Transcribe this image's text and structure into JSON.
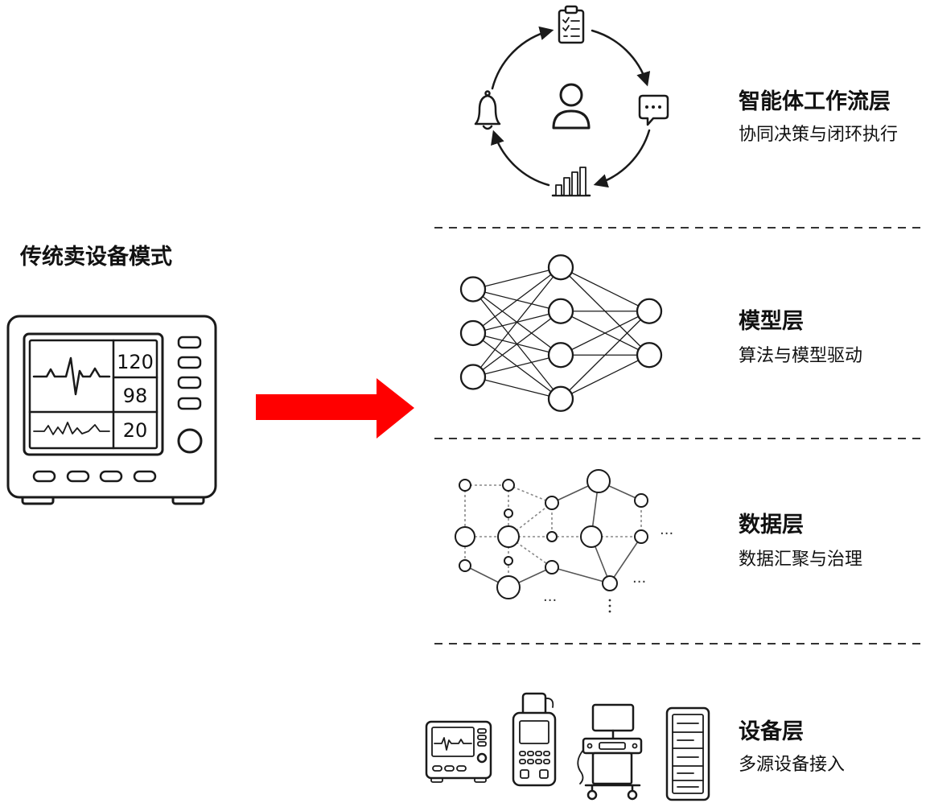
{
  "diagram": {
    "left": {
      "title": "传统卖设备模式",
      "icon": "patient-monitor-icon",
      "monitor": {
        "readings": [
          "120",
          "98",
          "20"
        ]
      }
    },
    "arrow": {
      "icon": "right-arrow-icon"
    },
    "layers": [
      {
        "title": "智能体工作流层",
        "subtitle": "协同决策与闭环执行",
        "icons": [
          "clipboard-icon",
          "chat-bubble-icon",
          "bar-chart-icon",
          "bell-icon",
          "person-icon"
        ]
      },
      {
        "title": "模型层",
        "subtitle": "算法与模型驱动",
        "icons": [
          "neural-network-icon"
        ],
        "network_layer_sizes": [
          3,
          4,
          2
        ]
      },
      {
        "title": "数据层",
        "subtitle": "数据汇聚与治理",
        "icons": [
          "graph-network-icon"
        ],
        "ellipsis": "···"
      },
      {
        "title": "设备层",
        "subtitle": "多源设备接入",
        "icons": [
          "patient-monitor-icon",
          "handheld-device-icon",
          "ultrasound-cart-icon",
          "server-rack-icon"
        ]
      }
    ]
  },
  "colors": {
    "ink": "#1a1a1a",
    "arrow": "#ff0000",
    "divider": "#333333",
    "background": "#ffffff"
  }
}
